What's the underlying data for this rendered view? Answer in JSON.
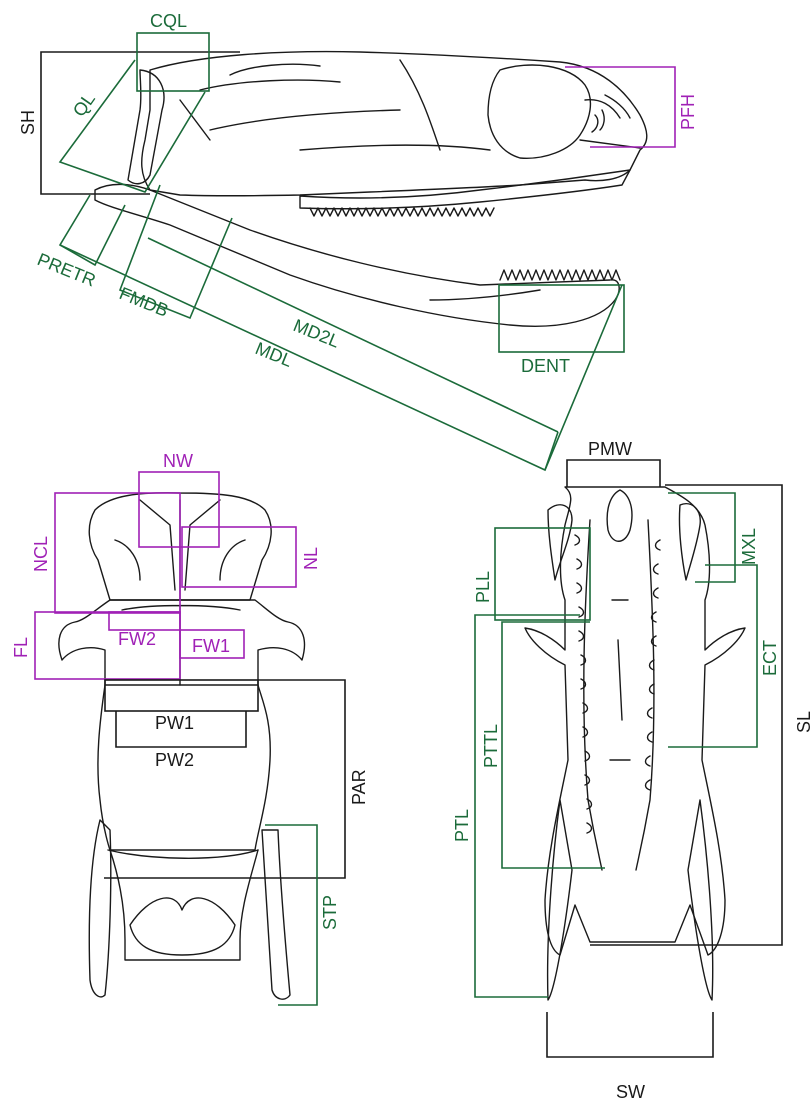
{
  "colors": {
    "green": "#1b6b3a",
    "purple": "#a021b6",
    "black": "#1a1a1a",
    "background": "#ffffff"
  },
  "lateral_view": {
    "labels": {
      "cql": "CQL",
      "sh": "SH",
      "ql": "QL",
      "pfh": "PFH",
      "pretr": "PRETR",
      "fmdb": "FMDB",
      "md2l": "MD2L",
      "mdl": "MDL",
      "dent": "DENT"
    }
  },
  "dorsal_view": {
    "labels": {
      "nw": "NW",
      "ncl": "NCL",
      "nl": "NL",
      "fl": "FL",
      "fw2": "FW2",
      "fw1": "FW1",
      "pw1": "PW1",
      "pw2": "PW2",
      "par": "PAR",
      "stp": "STP"
    }
  },
  "ventral_view": {
    "labels": {
      "pmw": "PMW",
      "pll": "PLL",
      "mxl": "MXL",
      "ect": "ECT",
      "sl": "SL",
      "pttl": "PTTL",
      "ptl": "PTL",
      "sw": "SW"
    }
  }
}
